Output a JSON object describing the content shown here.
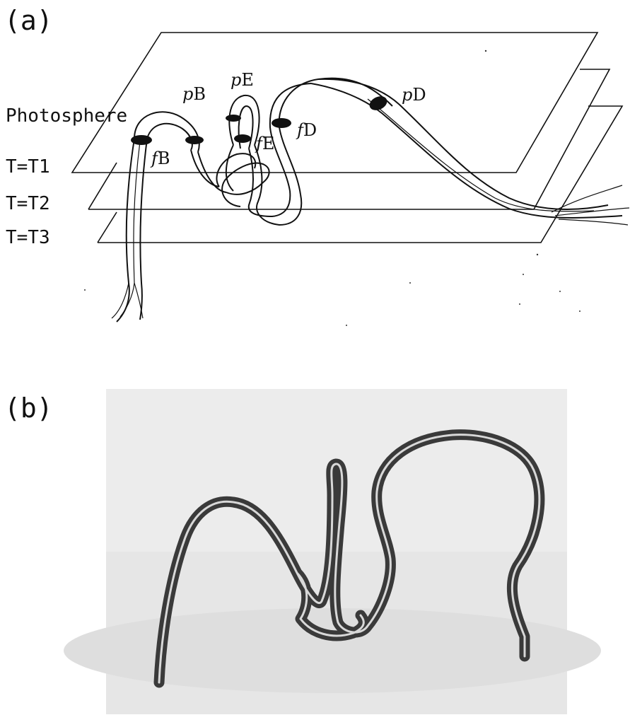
{
  "panel_a": {
    "label": "(a)",
    "photosphere_label": "Photosphere",
    "plane_labels": [
      "T=T1",
      "T=T2",
      "T=T3"
    ],
    "footpoints": [
      {
        "prefix": "p",
        "name": "B"
      },
      {
        "prefix": "p",
        "name": "E"
      },
      {
        "prefix": "p",
        "name": "D"
      },
      {
        "prefix": "f",
        "name": "B"
      },
      {
        "prefix": "f",
        "name": "E"
      },
      {
        "prefix": "f",
        "name": "D"
      }
    ]
  },
  "panel_b": {
    "label": "(b)"
  },
  "colors": {
    "ink": "#111111",
    "photo_background": "#e6e6e6",
    "tube": "#3a3a3a",
    "tube_highlight": "#d8d8d8"
  }
}
